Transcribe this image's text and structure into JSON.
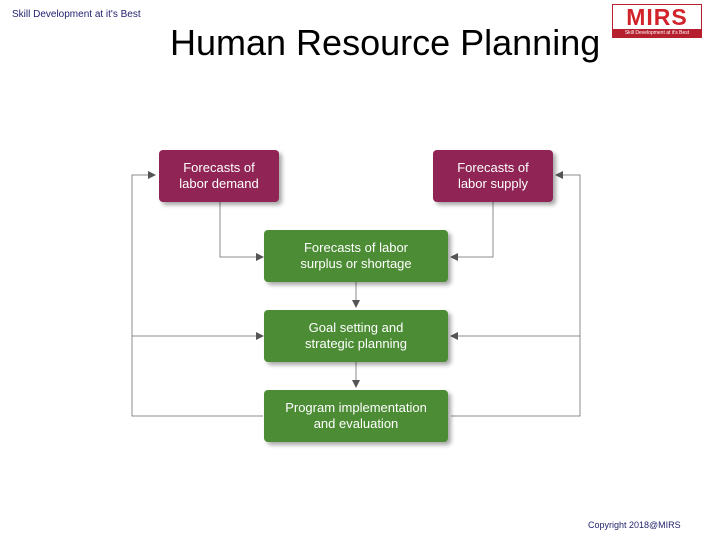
{
  "header": {
    "tagline": "Skill Development at it's Best",
    "title": "Human Resource Planning"
  },
  "logo": {
    "mark": "MIRS",
    "subtitle": "Skill Development at it's Best"
  },
  "diagram": {
    "boxes": {
      "demand": "Forecasts of\nlabor demand",
      "supply": "Forecasts of\nlabor supply",
      "surplus": "Forecasts of labor\nsurplus or shortage",
      "goal": "Goal setting and\nstrategic planning",
      "program": "Program implementation\nand evaluation"
    }
  },
  "footer": {
    "copyright": "Copyright 2018@MIRS"
  },
  "colors": {
    "forecast_box": "#8f2455",
    "process_box": "#4c8c35",
    "connector": "#8c8c8c",
    "arrowhead": "#555555"
  }
}
